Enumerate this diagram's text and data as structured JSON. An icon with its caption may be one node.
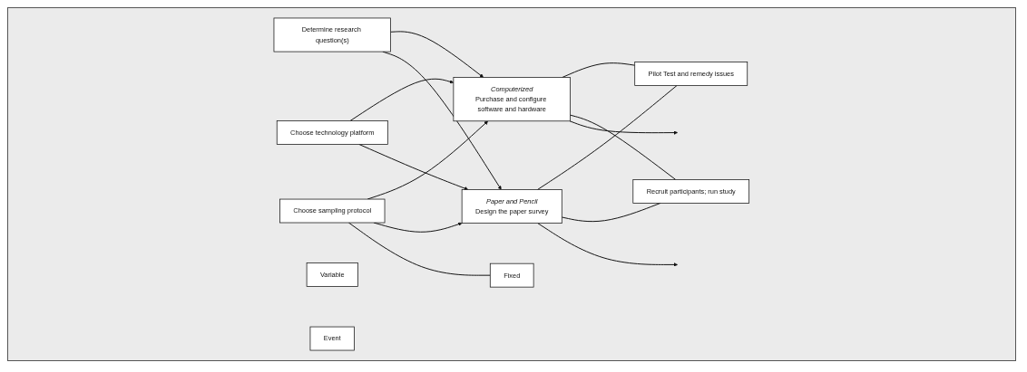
{
  "diagram": {
    "nodes": [
      {
        "text": [
          "Determine research question(s)"
        ]
      },
      {
        "text": [
          "Choose sampling protocol"
        ]
      },
      {
        "text": [
          "Choose technology platform"
        ]
      },
      {
        "text": [
          "Computerized",
          "Purchase and configure software and hardware"
        ]
      },
      {
        "text": [
          "Paper and Pencil",
          "Design the paper survey"
        ]
      },
      {
        "text": [
          "Pilot Test and remedy issues"
        ]
      },
      {
        "text": [
          "Recruit participants; run study"
        ]
      },
      {
        "text": [
          "Variable"
        ]
      },
      {
        "text": [
          "Fixed"
        ]
      },
      {
        "text": [
          "Event"
        ]
      }
    ],
    "edges": [
      {
        "from": 0,
        "to": 3,
        "arrow": "to"
      },
      {
        "from": 0,
        "to": 4,
        "arrow": "to"
      },
      {
        "from": 1,
        "to": 3,
        "arrow": "to"
      },
      {
        "from": 1,
        "to": 4,
        "arrow": "to"
      },
      {
        "from": 2,
        "to": 3,
        "arrow": "to"
      },
      {
        "from": 2,
        "to": 4,
        "arrow": "to"
      },
      {
        "from": 3,
        "to": 5,
        "arrow": "none"
      },
      {
        "from": 4,
        "to": 5,
        "arrow": "none"
      },
      {
        "from": 3,
        "to": 6,
        "arrow": "none"
      },
      {
        "from": 4,
        "to": 6,
        "arrow": "none"
      },
      {
        "from": 3,
        "to": null,
        "arrow": "to"
      },
      {
        "from": 4,
        "to": null,
        "arrow": "to"
      },
      {
        "from": 1,
        "to": 8,
        "arrow": "none"
      }
    ]
  }
}
